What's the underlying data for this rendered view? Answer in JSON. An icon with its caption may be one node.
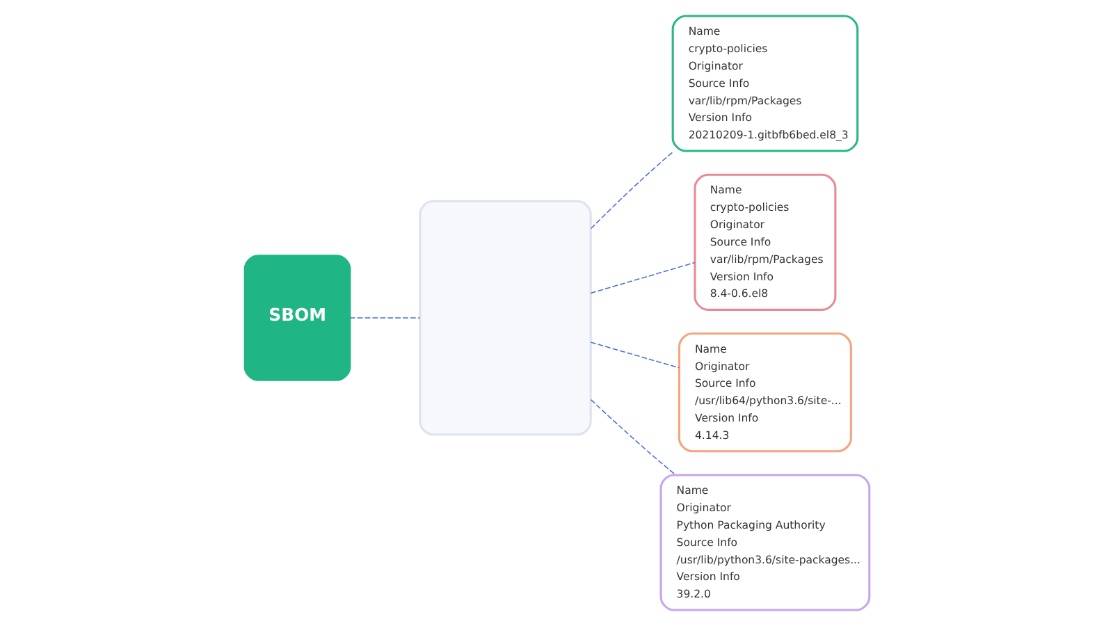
{
  "diagram": {
    "nodes": [
      {
        "text": [
          "SBOM"
        ]
      },
      {
        "text": [],
        "shape": "box"
      },
      {
        "text": [
          "Name",
          "crypto-policies",
          "Originator",
          "Source Info",
          "var/lib/rpm/Packages",
          "Version Info",
          "20210209-1.gitbfb6bed.el8_3"
        ]
      },
      {
        "text": [
          "Name",
          "crypto-policies",
          "Originator",
          "Source Info",
          "var/lib/rpm/Packages",
          "Version Info",
          "8.4-0.6.el8"
        ]
      },
      {
        "text": [
          "Name",
          "Originator",
          "Source Info",
          "/usr/lib64/python3.6/site-...",
          "Version Info",
          "4.14.3"
        ]
      },
      {
        "text": [
          "Name",
          "Originator",
          "Python Packaging Authority",
          "Source Info",
          "/usr/lib/python3.6/site-packages...",
          "Version Info",
          "39.2.0"
        ]
      }
    ],
    "edges": [
      {
        "from": 0,
        "to": 1,
        "arrow": "none",
        "style": "dashed"
      },
      {
        "from": 1,
        "to": 2,
        "arrow": "none",
        "style": "dashed"
      },
      {
        "from": 1,
        "to": 3,
        "arrow": "none",
        "style": "dashed"
      },
      {
        "from": 1,
        "to": 4,
        "arrow": "none",
        "style": "dashed"
      },
      {
        "from": 1,
        "to": 5,
        "arrow": "none",
        "style": "dashed"
      }
    ]
  }
}
